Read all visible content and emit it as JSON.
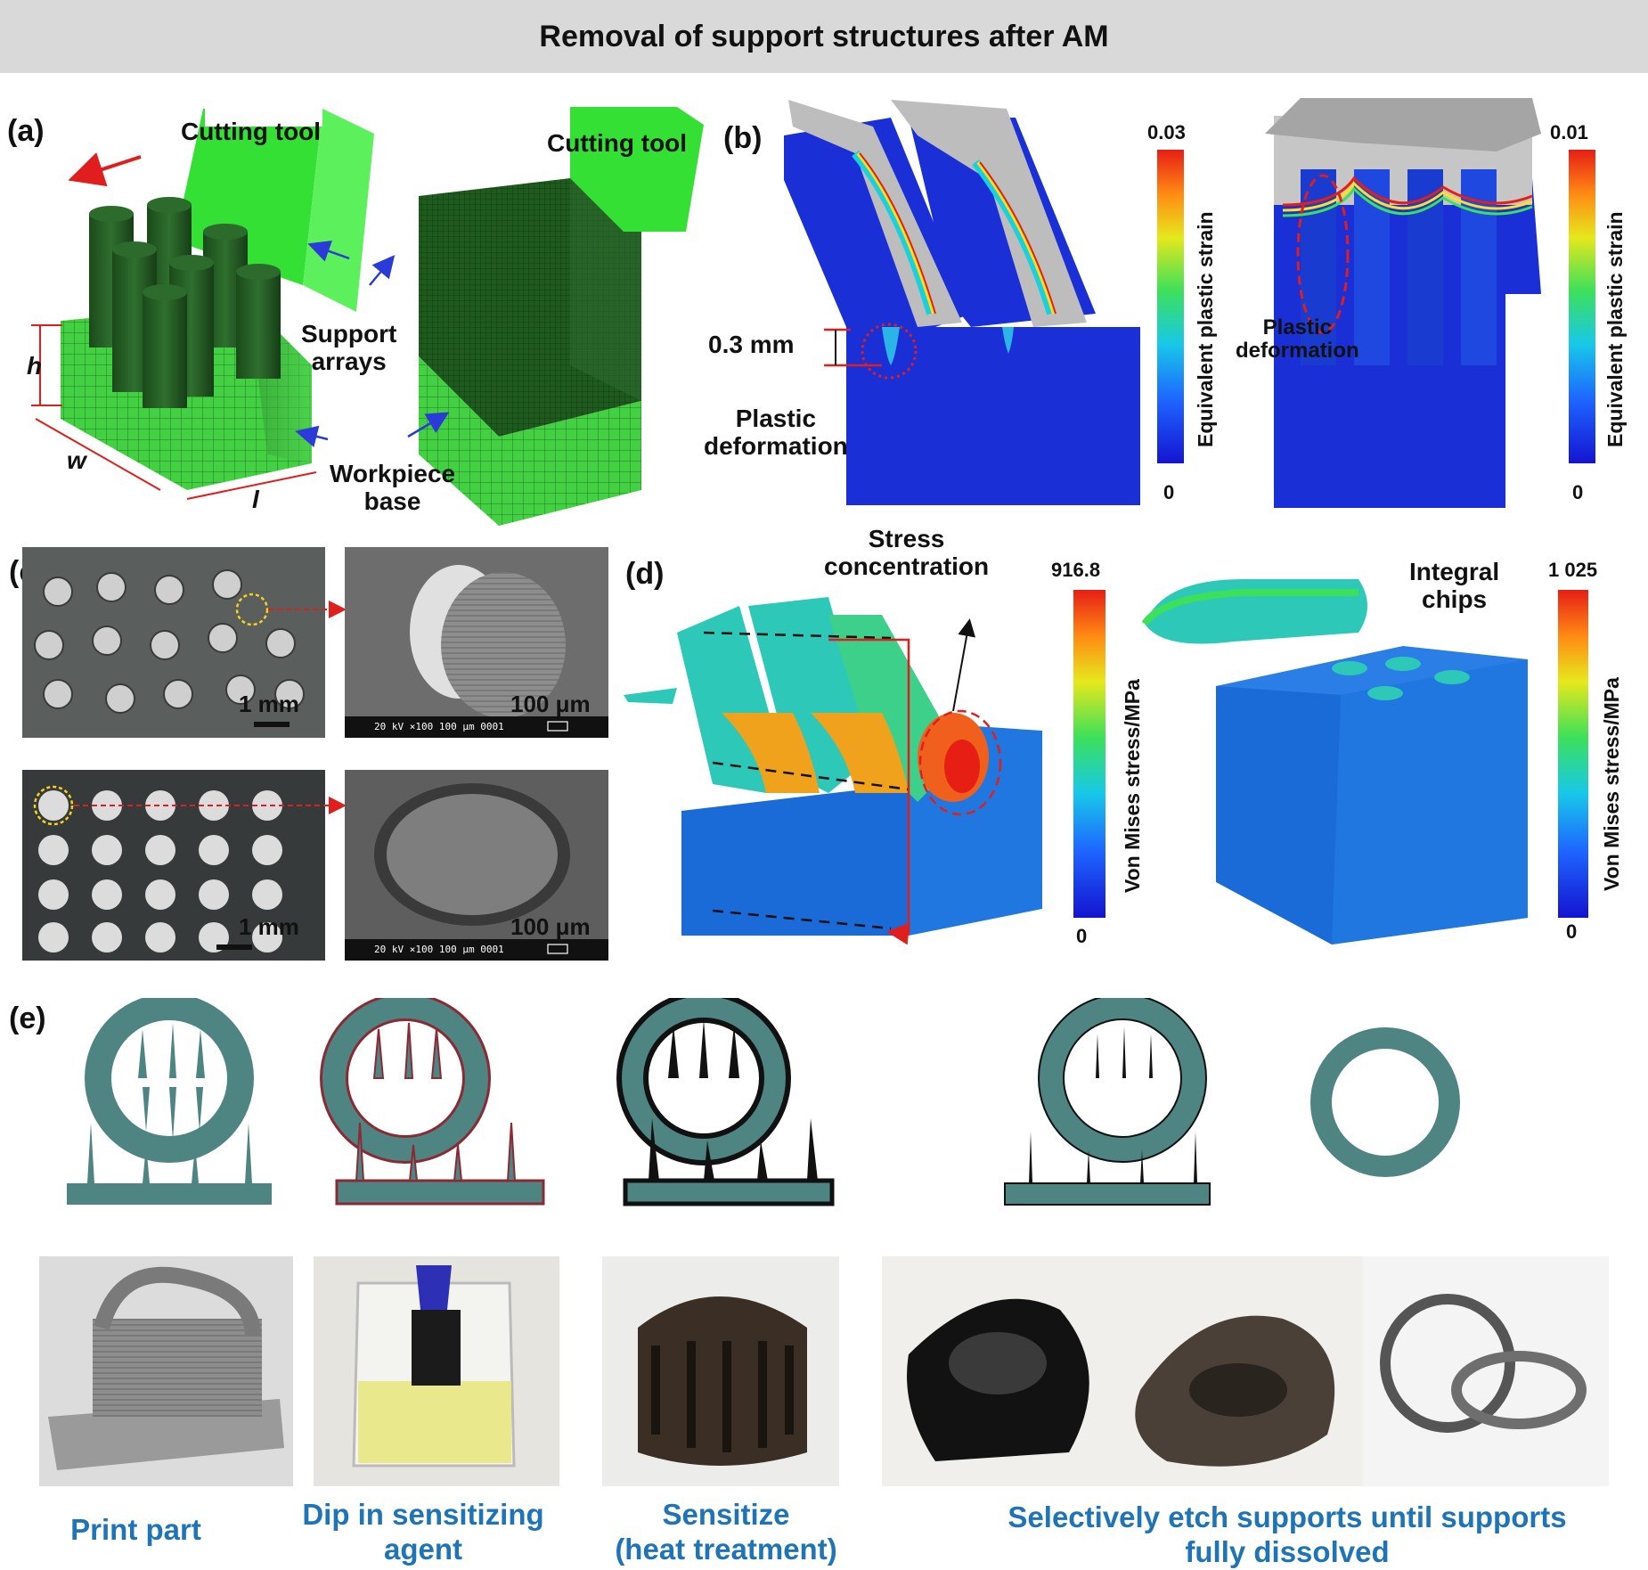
{
  "header": {
    "title": "Removal of support structures after AM"
  },
  "panel_a": {
    "label": "(a)",
    "cutting_tool_left": "Cutting tool",
    "cutting_tool_right": "Cutting tool",
    "support_arrays": "Support\narrays",
    "workpiece_base": "Workpiece\nbase",
    "dim_h": "h",
    "dim_w": "w",
    "dim_l": "l"
  },
  "panel_b": {
    "label": "(b)",
    "dimension": "0.3 mm",
    "plastic_left": "Plastic\ndeformation",
    "plastic_right": "Plastic\ndeformation",
    "colorbar_left": {
      "max": "0.03",
      "min": "0",
      "title": "Equivalent plastic strain"
    },
    "colorbar_right": {
      "max": "0.01",
      "min": "0",
      "title": "Equivalent plastic strain"
    }
  },
  "panel_c": {
    "label": "(c)",
    "scale_top_left": "1 mm",
    "scale_top_right": "100 μm",
    "scale_bottom_left": "1 mm",
    "scale_bottom_right": "100 μm",
    "sem_info": "20 kV   ×100   100 μm   0001"
  },
  "panel_d": {
    "label": "(d)",
    "stress_concentration": "Stress\nconcentration",
    "integral_chips": "Integral\nchips",
    "colorbar_left": {
      "max": "916.8",
      "min": "0",
      "title": "Von Mises stress/MPa"
    },
    "colorbar_right": {
      "max": "1 025",
      "min": "0",
      "title": "Von Mises stress/MPa"
    }
  },
  "panel_e": {
    "label": "(e)",
    "captions": {
      "print": "Print part",
      "dip": "Dip in sensitizing\nagent",
      "sensitize": "Sensitize\n(heat treatment)",
      "etch": "Selectively etch supports until supports\nfully dissolved"
    }
  },
  "colors": {
    "teal": "#4e8481",
    "maroon": "#8b2a35",
    "mesh_green": "#3ccf3c",
    "dark_green": "#1f5a1f",
    "caption_blue": "#1f73b7",
    "fea_blue": "#1a2fd6"
  }
}
